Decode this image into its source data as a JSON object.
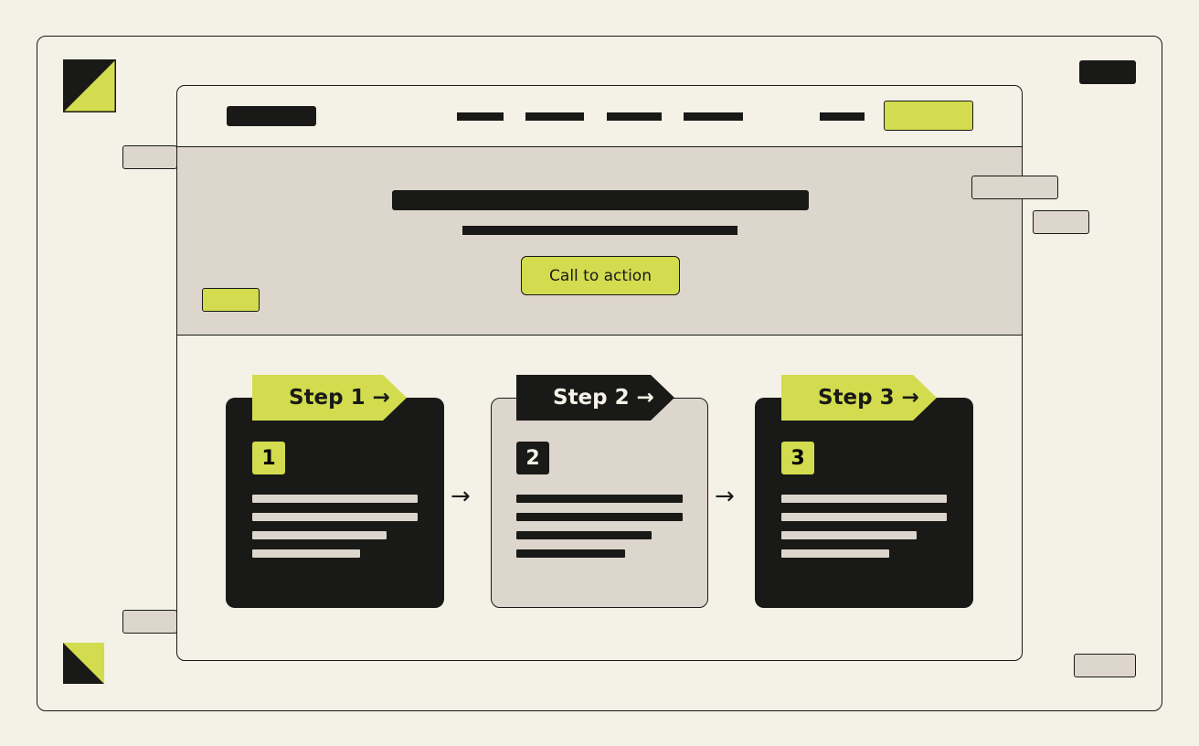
{
  "hero": {
    "cta_label": "Call to action"
  },
  "steps": [
    {
      "tag": "Step 1 →",
      "number": "1"
    },
    {
      "tag": "Step 2 →",
      "number": "2"
    },
    {
      "tag": "Step 3 →",
      "number": "3"
    }
  ],
  "flow": {
    "arrow_1": "→",
    "arrow_2": "→"
  },
  "colors": {
    "background": "#f4f1e6",
    "dark": "#191918",
    "accent": "#d2dc4e",
    "neutral": "#ddd6cc"
  }
}
